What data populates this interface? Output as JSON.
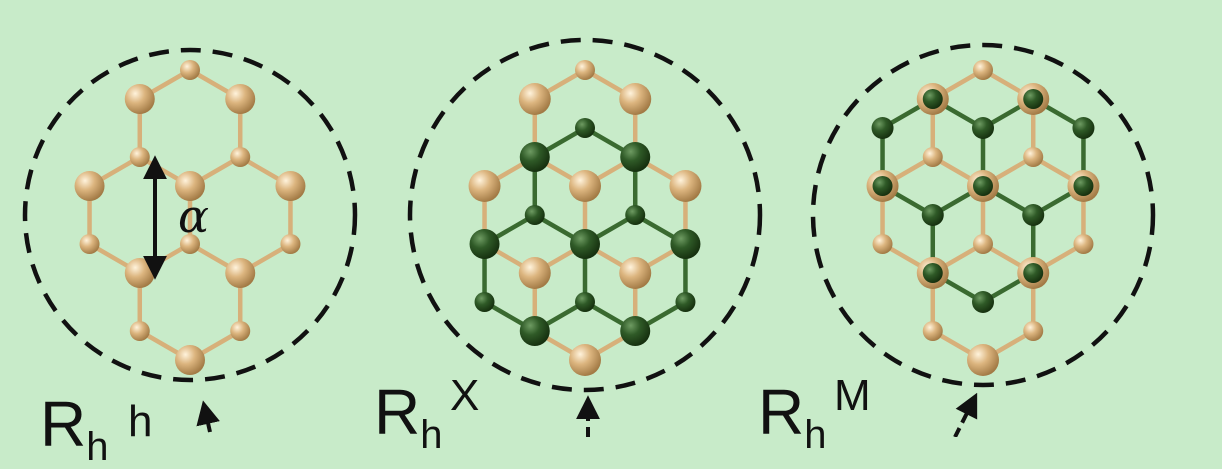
{
  "panels": [
    {
      "name": "R_h^h",
      "base": "R",
      "sub": "h",
      "sup": "h"
    },
    {
      "name": "R_h^X",
      "base": "R",
      "sub": "h",
      "sup": "X"
    },
    {
      "name": "R_h^M",
      "base": "R",
      "sub": "h",
      "sup": "M"
    }
  ],
  "annotation": {
    "symbol": "α"
  },
  "colors": {
    "background": "#c8ebc9",
    "light_atom": "#d9b17a",
    "light_bond": "#d7b07a",
    "dark_atom": "#2f5a27",
    "dark_bond": "#3a6a30",
    "dashed_circle": "#111111"
  }
}
